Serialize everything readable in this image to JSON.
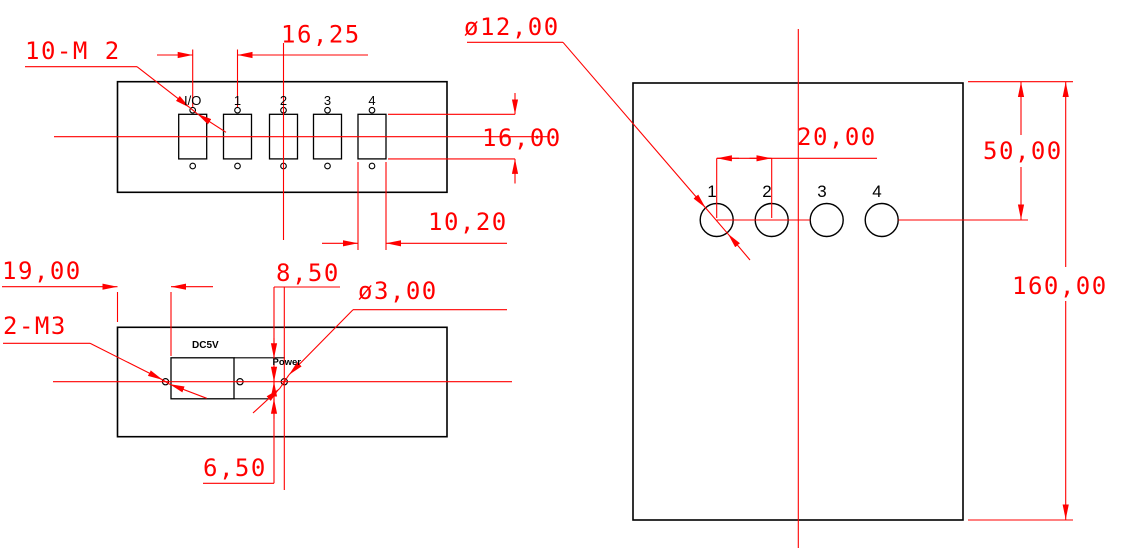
{
  "drawing": {
    "type": "engineering-dimension-drawing",
    "colors": {
      "dimension_lines": "#ff0000",
      "part_outline": "#000000",
      "background": "#ffffff"
    },
    "front_view": {
      "callout": "10-M 2",
      "slot_pitch": "16,25",
      "slot_height": "16,00",
      "slot_width": "10,20",
      "slot_labels": [
        "I/O",
        "1",
        "2",
        "3",
        "4"
      ]
    },
    "bottom_view": {
      "edge_to_jack": "19,00",
      "callout": "2-M3",
      "jack_top_to_center": "8,50",
      "hole_diameter": "ø3,00",
      "center_to_jack_bottom": "6,50",
      "jack_label": "DC5V",
      "power_label": "Power"
    },
    "top_view": {
      "hole_diameter": "ø12,00",
      "hole_pitch": "20,00",
      "top_edge_to_holes": "50,00",
      "overall_height": "160,00",
      "hole_labels": [
        "1",
        "2",
        "3",
        "4"
      ]
    }
  }
}
